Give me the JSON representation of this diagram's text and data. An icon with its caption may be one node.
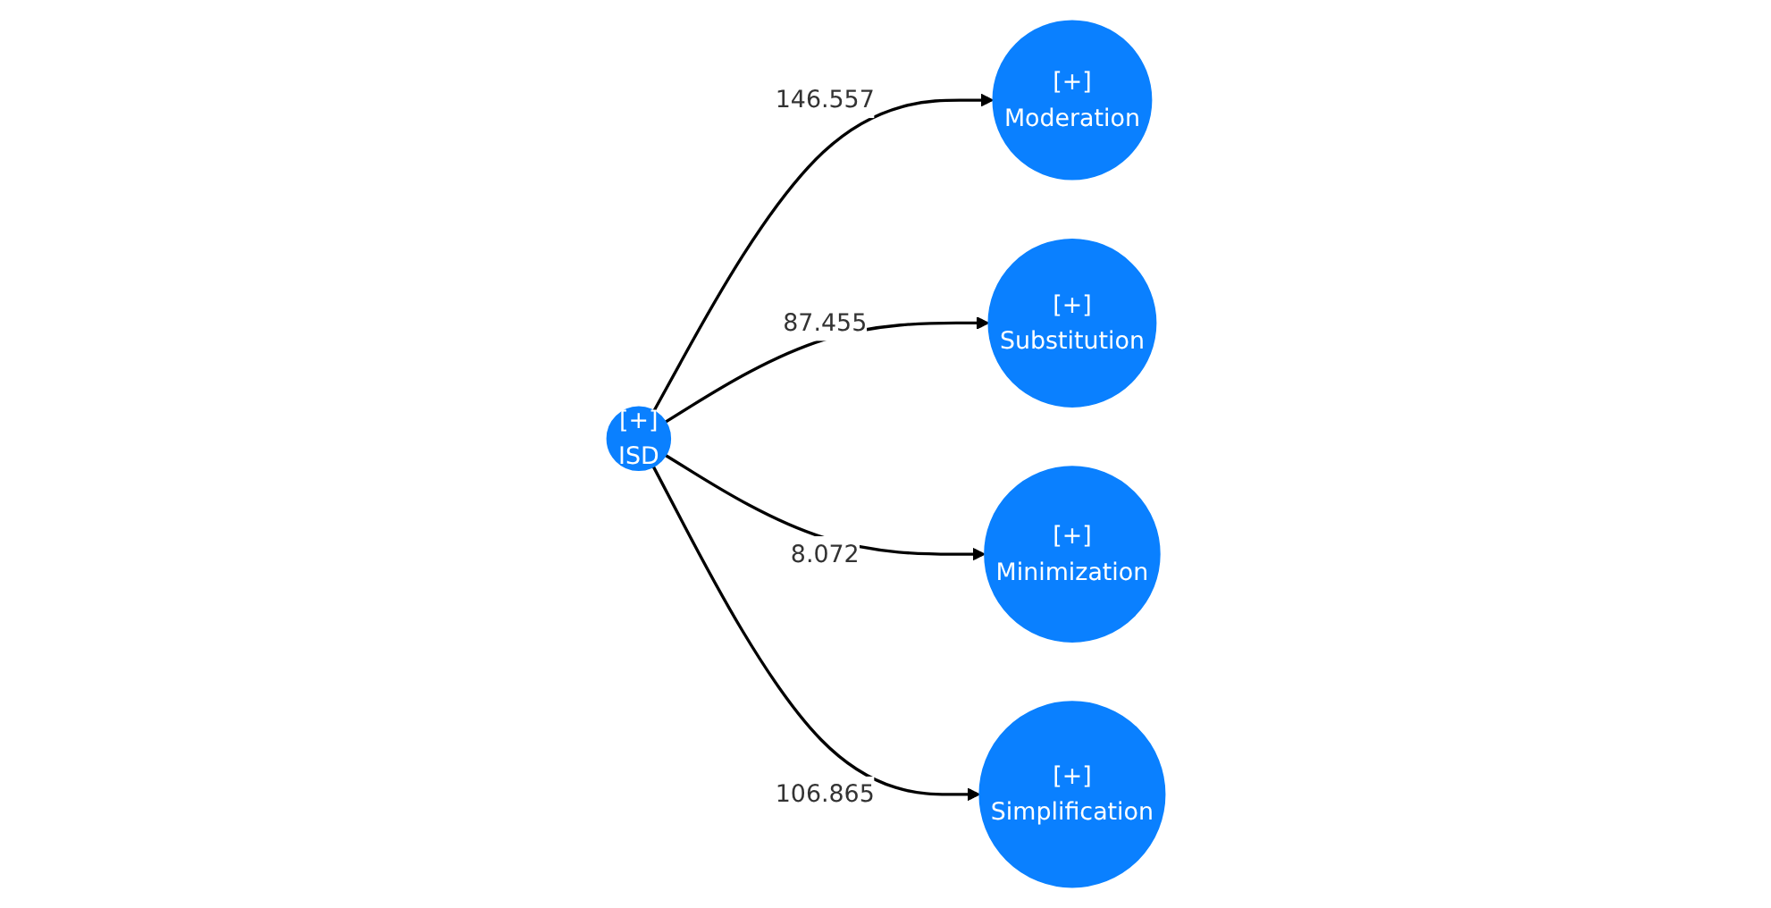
{
  "diagram": {
    "nodes": [
      {
        "text": [
          "[+]",
          "Moderation"
        ]
      },
      {
        "text": [
          "[+]",
          "ISD"
        ]
      },
      {
        "text": [
          "[+]",
          "Substitution"
        ]
      },
      {
        "text": [
          "[+]",
          "Minimization"
        ]
      },
      {
        "text": [
          "[+]",
          "Simplification"
        ]
      }
    ],
    "edges": [
      {
        "from": 1,
        "to": 0,
        "arrow": "to",
        "label": "146.557"
      },
      {
        "from": 1,
        "to": 2,
        "arrow": "to",
        "label": "87.455"
      },
      {
        "from": 1,
        "to": 3,
        "arrow": "to",
        "label": "8.072"
      },
      {
        "from": 1,
        "to": 4,
        "arrow": "to",
        "label": "106.865"
      }
    ]
  }
}
